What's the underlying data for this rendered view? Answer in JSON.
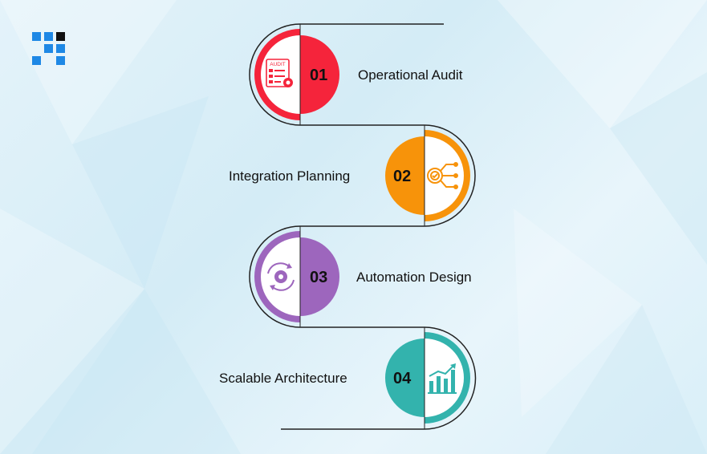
{
  "steps": [
    {
      "number": "01",
      "label": "Operational Audit",
      "icon": "audit-checklist-icon",
      "color": "#f5243b"
    },
    {
      "number": "02",
      "label": "Integration Planning",
      "icon": "gear-network-icon",
      "color": "#f7930a"
    },
    {
      "number": "03",
      "label": "Automation Design",
      "icon": "gear-cycle-icon",
      "color": "#9d66bd"
    },
    {
      "number": "04",
      "label": "Scalable Architecture",
      "icon": "growth-chart-icon",
      "color": "#33b3ad"
    }
  ],
  "audit_icon_text": "AUDIT"
}
